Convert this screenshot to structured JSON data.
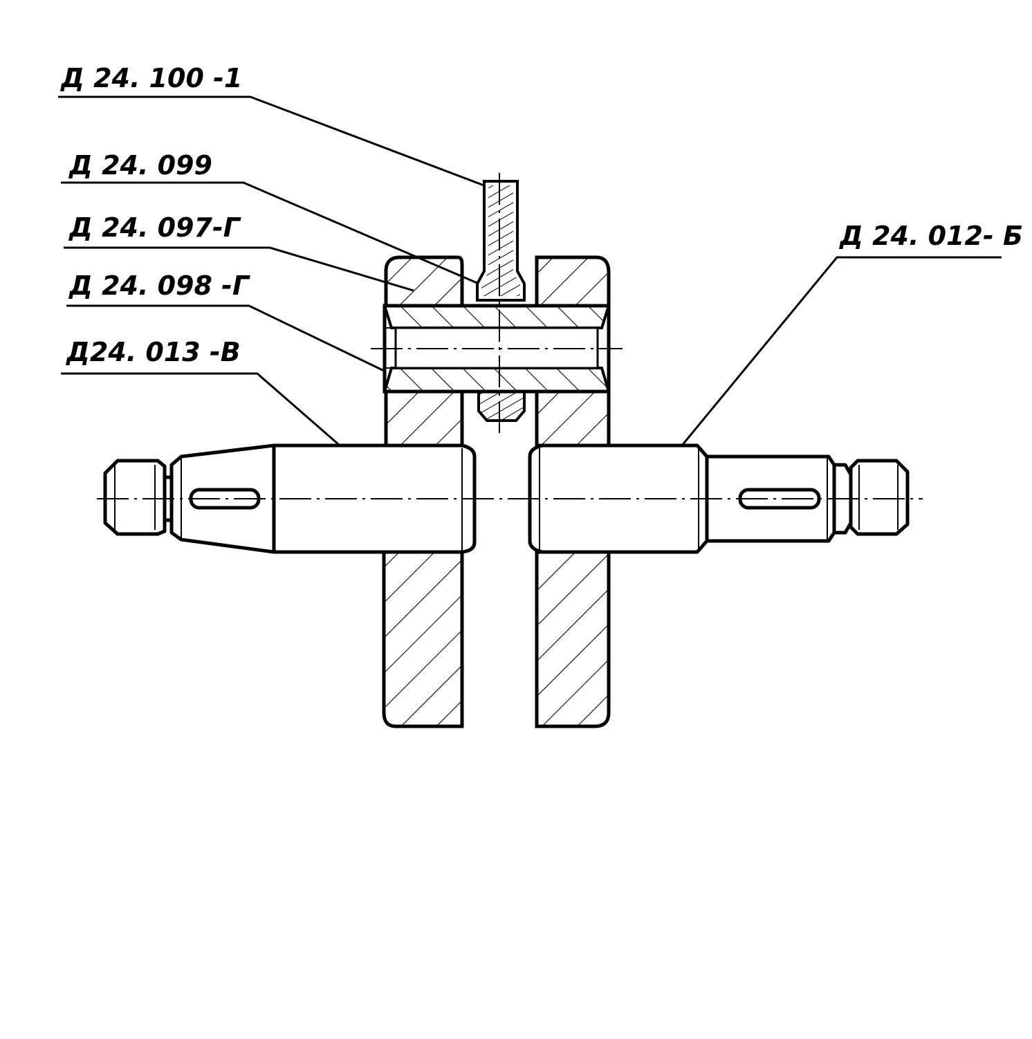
{
  "callouts": {
    "blade": "Д 24. 100 -1",
    "sleeve_top": "Д 24. 099",
    "bushing": "Д 24. 097-Г",
    "spacer": "Д 24. 098 -Г",
    "left_shaft": "Д24. 013 -В",
    "right_shaft": "Д 24. 012- Б"
  }
}
